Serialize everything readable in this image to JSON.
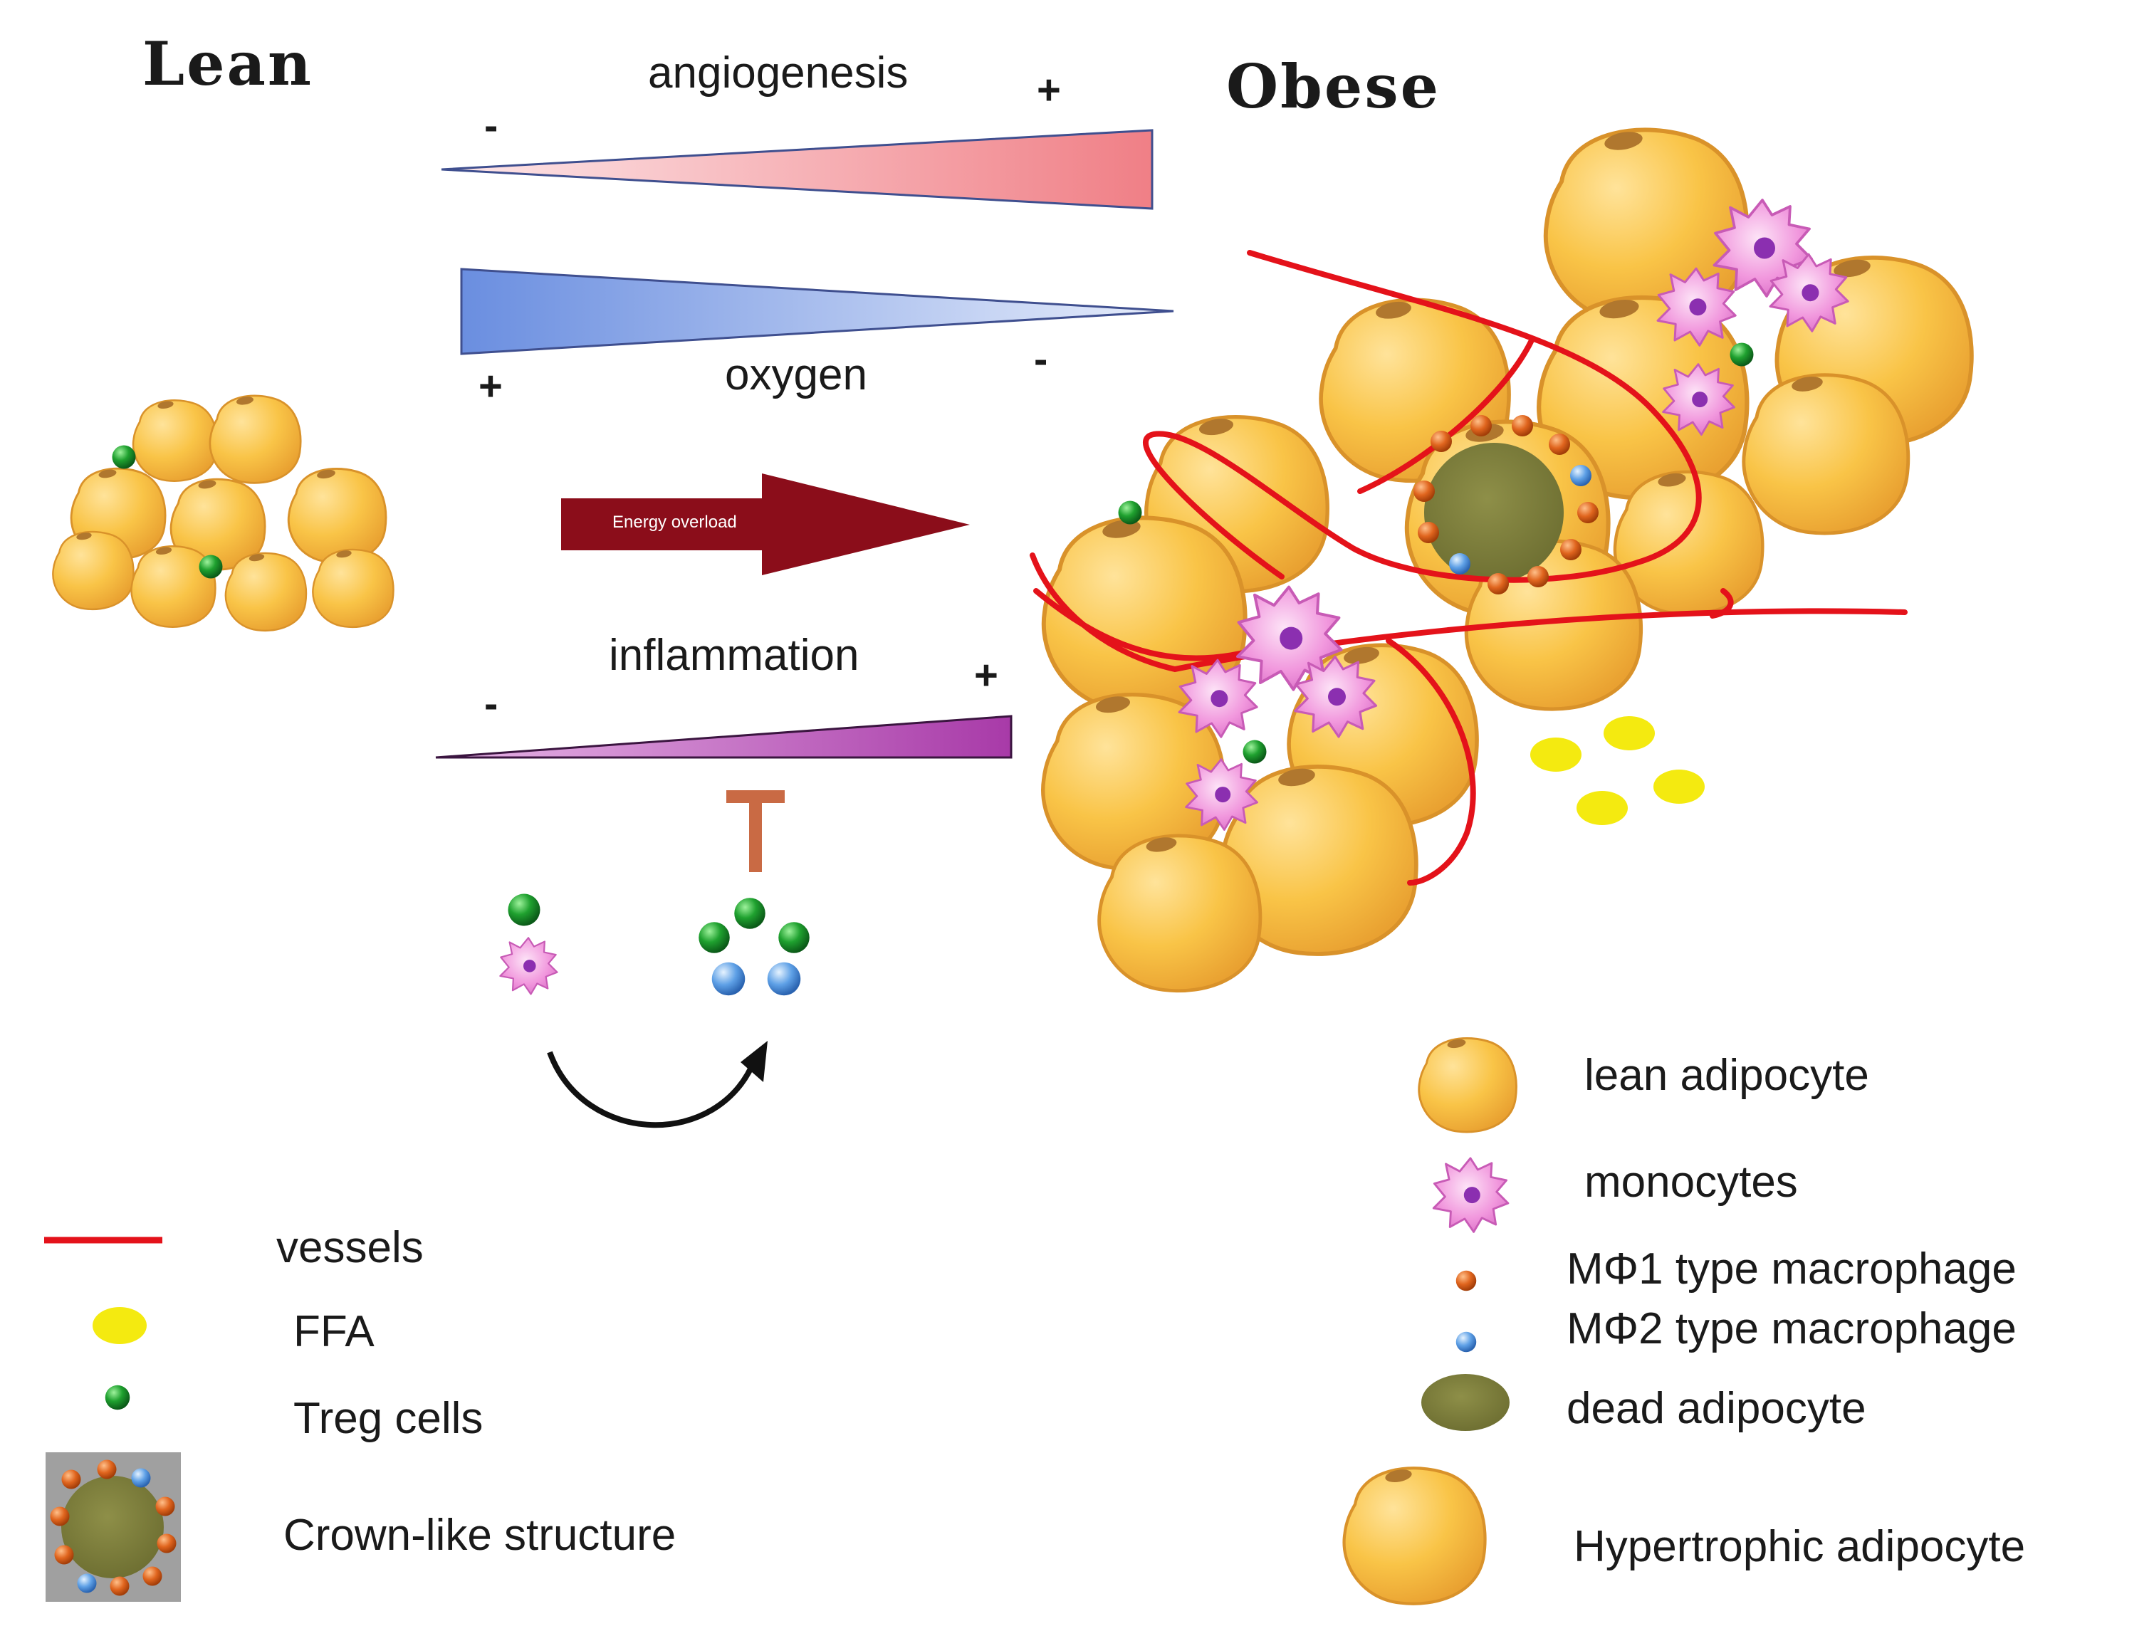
{
  "states": {
    "left": "Lean",
    "right": "Obese"
  },
  "gradients": {
    "angiogenesis": {
      "label": "angiogenesis",
      "low": "-",
      "high": "+",
      "color": "#f07f86"
    },
    "oxygen": {
      "label": "oxygen",
      "high": "+",
      "low": "-",
      "color": "#6a8ee0"
    },
    "inflammation": {
      "label": "inflammation",
      "low": "-",
      "high": "+",
      "color": "#a83aa8"
    }
  },
  "energy_arrow": {
    "label": "Energy overload",
    "color": "#8b0d1a"
  },
  "legend_left": [
    {
      "icon": "vessel-line-icon",
      "label": "vessels"
    },
    {
      "icon": "ffa-dot-icon",
      "label": "FFA"
    },
    {
      "icon": "treg-cell-icon",
      "label": "Treg cells"
    },
    {
      "icon": "crown-like-structure-icon",
      "label": "Crown-like structure"
    }
  ],
  "legend_right": [
    {
      "icon": "lean-adipocyte-icon",
      "label": "lean adipocyte"
    },
    {
      "icon": "monocyte-icon",
      "label": "monocytes"
    },
    {
      "icon": "m1-macrophage-icon",
      "label": "MΦ1 type macrophage"
    },
    {
      "icon": "m2-macrophage-icon",
      "label": "MΦ2 type macrophage"
    },
    {
      "icon": "dead-adipocyte-icon",
      "label": "dead adipocyte"
    },
    {
      "icon": "hypertrophic-adipocyte-icon",
      "label": "Hypertrophic adipocyte"
    }
  ],
  "colors": {
    "adipocyte": "#f9c447",
    "adipocyte_edge": "#d9922a",
    "nucleus": "#b0772e",
    "vessel": "#e4121a",
    "ffa": "#f4ea10",
    "treg": "#1e9b2c",
    "monocyte": "#e98fd8",
    "m1": "#e0651e",
    "m2": "#5ea0e6",
    "dead": "#7a7a3a"
  }
}
